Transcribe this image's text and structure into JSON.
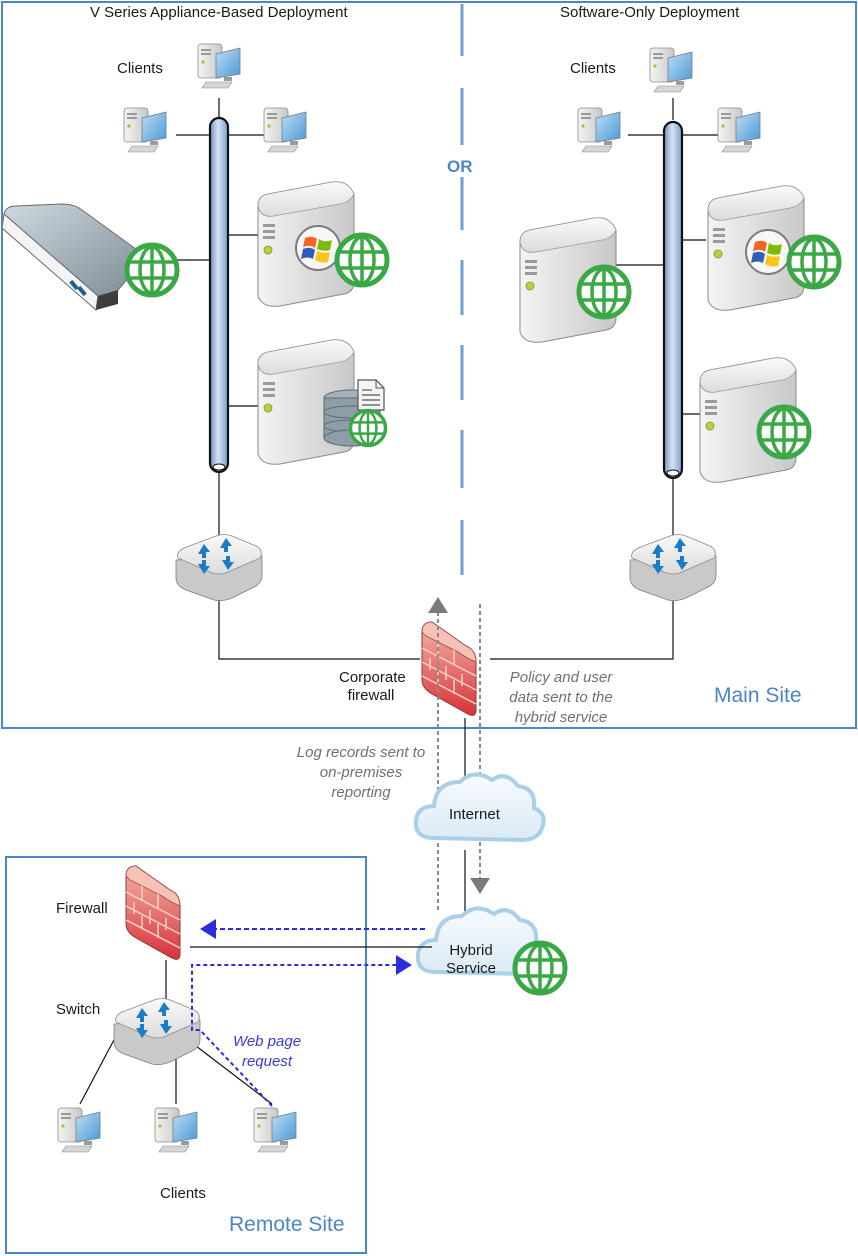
{
  "diagram": {
    "headings": {
      "appliance": "V Series Appliance-Based Deployment",
      "software": "Software-Only Deployment",
      "or": "OR"
    },
    "sites": {
      "main": "Main Site",
      "remote": "Remote Site"
    },
    "labels": {
      "clients_appliance": "Clients",
      "clients_software": "Clients",
      "clients_remote": "Clients",
      "corporate_firewall_line1": "Corporate",
      "corporate_firewall_line2": "firewall",
      "firewall": "Firewall",
      "switch": "Switch",
      "internet": "Internet",
      "hybrid_line1": "Hybrid",
      "hybrid_line2": "Service"
    },
    "notes": {
      "policy": [
        "Policy and user",
        "data sent to the",
        "hybrid service"
      ],
      "log": [
        "Log records sent to",
        "on-premises",
        "reporting"
      ],
      "web": [
        "Web page",
        "request"
      ]
    },
    "colors": {
      "site_border": "#4a86c8",
      "globe": "#3aa845",
      "firewall": "#d9453e",
      "flow_gray": "#8a8a8a",
      "flow_blue": "#3a3ad8",
      "backbone": "#a9c4e4"
    }
  }
}
